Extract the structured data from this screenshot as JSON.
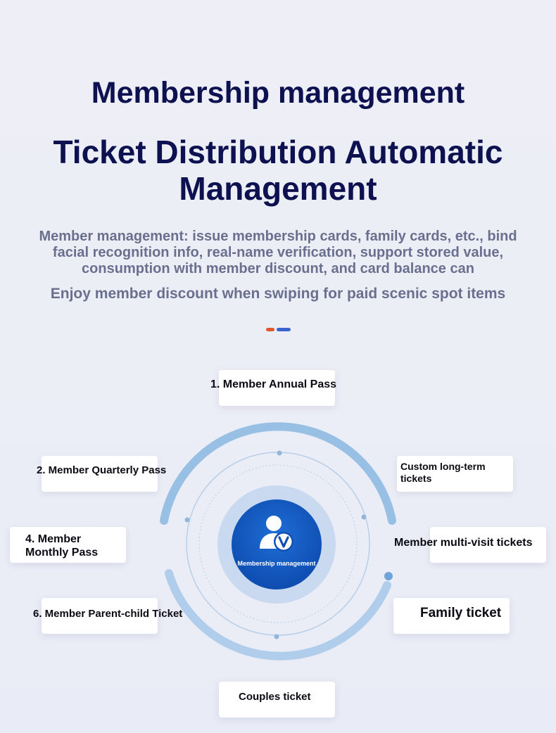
{
  "header": {
    "title": "Membership management",
    "subtitle": "Ticket Distribution Automatic Management",
    "description": "Member management: issue membership cards, family cards, etc., bind facial recognition info, real-name verification, support stored value, consumption with member discount, and card balance can",
    "description_line2": "Enjoy member discount when swiping for paid scenic spot items"
  },
  "hub": {
    "label": "Membership management",
    "icon": "member-v-icon"
  },
  "items": {
    "annual": "1. Member Annual Pass",
    "quarterly": "2. Member Quarterly Pass",
    "custom": "Custom long-term tickets",
    "monthly": "4. Member Monthly Pass",
    "multivisit": "Member multi-visit tickets",
    "parentchild": "6. Member Parent-child Ticket",
    "family": "Family ticket",
    "couples": "Couples ticket"
  },
  "colors": {
    "title": "#0d1150",
    "text_muted": "#6b6f8e",
    "accent_orange": "#e4572e",
    "accent_blue": "#3a63d0",
    "hub_blue": "#0f4fb3"
  }
}
